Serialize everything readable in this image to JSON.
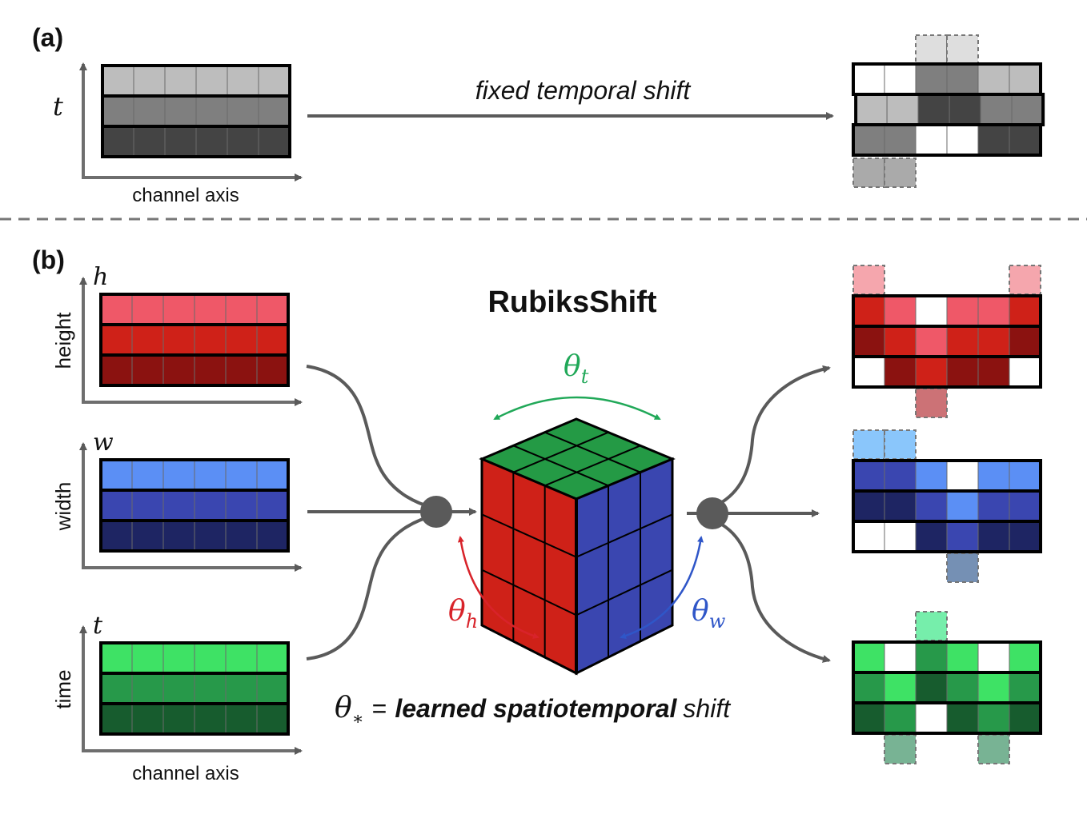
{
  "panels": {
    "a": {
      "tag": "(a)",
      "y_symbol": "t",
      "x_axis_label": "channel axis",
      "operation_label": "fixed temporal shift",
      "input_rows": [
        [
          "#bdbdbd",
          "#bdbdbd",
          "#bdbdbd",
          "#bdbdbd",
          "#bdbdbd",
          "#bdbdbd"
        ],
        [
          "#7f7f7f",
          "#7f7f7f",
          "#7f7f7f",
          "#7f7f7f",
          "#7f7f7f",
          "#7f7f7f"
        ],
        [
          "#444444",
          "#444444",
          "#444444",
          "#444444",
          "#444444",
          "#444444"
        ]
      ],
      "output": {
        "row_offsets": [
          0,
          0.08,
          0
        ],
        "rows": [
          [
            "#ffffff",
            "#ffffff",
            "#7f7f7f",
            "#7f7f7f",
            "#bdbdbd",
            "#bdbdbd"
          ],
          [
            "#bdbdbd",
            "#bdbdbd",
            "#444444",
            "#444444",
            "#7f7f7f",
            "#7f7f7f"
          ],
          [
            "#7f7f7f",
            "#7f7f7f",
            "#ffffff",
            "#ffffff",
            "#444444",
            "#444444"
          ]
        ],
        "ghosts_above": [
          {
            "col": 2,
            "color": "#dedede"
          },
          {
            "col": 3,
            "color": "#dedede"
          }
        ],
        "ghosts_below": [
          {
            "col": 0,
            "color": "#aaaaaa"
          },
          {
            "col": 1,
            "color": "#aaaaaa"
          }
        ]
      }
    },
    "b": {
      "tag": "(b)",
      "title": "RubiksShift",
      "x_axis_label": "channel axis",
      "legend_symbol": "θ",
      "legend_subscript": "∗",
      "legend_equals": "=",
      "legend_bold": "learned spatiotemporal",
      "legend_tail": "shift",
      "rotations": [
        {
          "symbol": "θ",
          "subscript": "t",
          "color": "#20a858"
        },
        {
          "symbol": "θ",
          "subscript": "h",
          "color": "#d8232a"
        },
        {
          "symbol": "θ",
          "subscript": "w",
          "color": "#2f56c8"
        }
      ],
      "cube": {
        "top": "#249a45",
        "left": "#cf2118",
        "right": "#3a46b0"
      },
      "streams": [
        {
          "axis_word": "height",
          "y_symbol": "h",
          "input_rows": [
            [
              "#ef5868",
              "#ef5868",
              "#ef5868",
              "#ef5868",
              "#ef5868",
              "#ef5868"
            ],
            [
              "#cf2118",
              "#cf2118",
              "#cf2118",
              "#cf2118",
              "#cf2118",
              "#cf2118"
            ],
            [
              "#8b1210",
              "#8b1210",
              "#8b1210",
              "#8b1210",
              "#8b1210",
              "#8b1210"
            ]
          ],
          "output_rows": [
            [
              "#cf2118",
              "#ef5868",
              "#ffffff",
              "#ef5868",
              "#ef5868",
              "#cf2118"
            ],
            [
              "#8b1210",
              "#cf2118",
              "#ef5868",
              "#cf2118",
              "#cf2118",
              "#8b1210"
            ],
            [
              "#ffffff",
              "#8b1210",
              "#cf2118",
              "#8b1210",
              "#8b1210",
              "#ffffff"
            ]
          ],
          "ghosts_above": [
            {
              "col": 0,
              "color": "#f5a6ad"
            },
            {
              "col": 5,
              "color": "#f5a6ad"
            }
          ],
          "ghosts_below": [
            {
              "col": 2,
              "color": "#cc7276"
            }
          ]
        },
        {
          "axis_word": "width",
          "y_symbol": "w",
          "input_rows": [
            [
              "#5b8ff5",
              "#5b8ff5",
              "#5b8ff5",
              "#5b8ff5",
              "#5b8ff5",
              "#5b8ff5"
            ],
            [
              "#3a46b0",
              "#3a46b0",
              "#3a46b0",
              "#3a46b0",
              "#3a46b0",
              "#3a46b0"
            ],
            [
              "#1e2563",
              "#1e2563",
              "#1e2563",
              "#1e2563",
              "#1e2563",
              "#1e2563"
            ]
          ],
          "output_rows": [
            [
              "#3a46b0",
              "#3a46b0",
              "#5b8ff5",
              "#ffffff",
              "#5b8ff5",
              "#5b8ff5"
            ],
            [
              "#1e2563",
              "#1e2563",
              "#3a46b0",
              "#5b8ff5",
              "#3a46b0",
              "#3a46b0"
            ],
            [
              "#ffffff",
              "#ffffff",
              "#1e2563",
              "#3a46b0",
              "#1e2563",
              "#1e2563"
            ]
          ],
          "ghosts_above": [
            {
              "col": 0,
              "color": "#8ac6fb"
            },
            {
              "col": 1,
              "color": "#8ac6fb"
            }
          ],
          "ghosts_below": [
            {
              "col": 3,
              "color": "#7590b4"
            }
          ]
        },
        {
          "axis_word": "time",
          "y_symbol": "t",
          "input_rows": [
            [
              "#3ee265",
              "#3ee265",
              "#3ee265",
              "#3ee265",
              "#3ee265",
              "#3ee265"
            ],
            [
              "#27994a",
              "#27994a",
              "#27994a",
              "#27994a",
              "#27994a",
              "#27994a"
            ],
            [
              "#175c2e",
              "#175c2e",
              "#175c2e",
              "#175c2e",
              "#175c2e",
              "#175c2e"
            ]
          ],
          "output_rows": [
            [
              "#3ee265",
              "#ffffff",
              "#27994a",
              "#3ee265",
              "#ffffff",
              "#3ee265"
            ],
            [
              "#27994a",
              "#3ee265",
              "#175c2e",
              "#27994a",
              "#3ee265",
              "#27994a"
            ],
            [
              "#175c2e",
              "#27994a",
              "#ffffff",
              "#175c2e",
              "#27994a",
              "#175c2e"
            ]
          ],
          "ghosts_above": [
            {
              "col": 2,
              "color": "#76eeab"
            }
          ],
          "ghosts_below": [
            {
              "col": 1,
              "color": "#78b394"
            },
            {
              "col": 4,
              "color": "#78b394"
            }
          ]
        }
      ]
    }
  }
}
